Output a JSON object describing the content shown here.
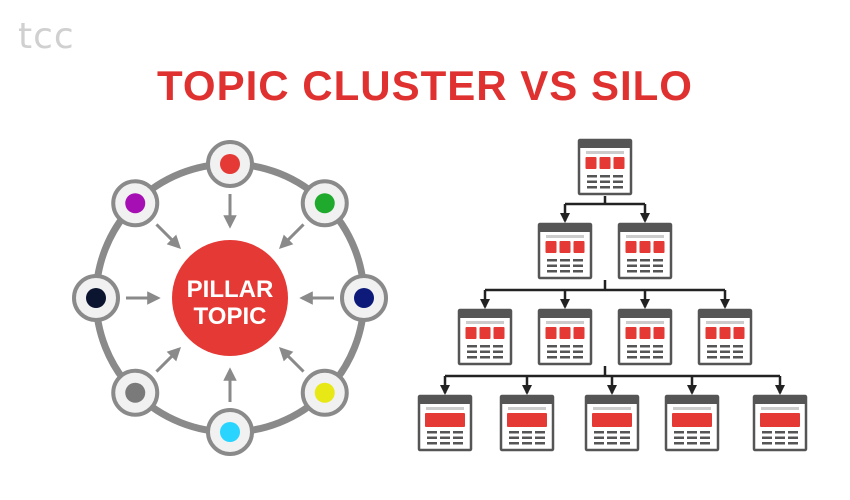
{
  "logo": "tcc",
  "title": "TOPIC CLUSTER VS SILO",
  "pillar": {
    "line1": "PILLAR",
    "line2": "TOPIC"
  },
  "colors": {
    "title": "#e03131",
    "red": "#e53935",
    "ring": "#8a8a8a",
    "node_fill": "#f1f1f1",
    "page_dark": "#555555",
    "page_light": "#cccccc"
  },
  "cluster_nodes": [
    {
      "name": "cluster-node-top",
      "color": "#e53935"
    },
    {
      "name": "cluster-node-top-right",
      "color": "#1faa2e"
    },
    {
      "name": "cluster-node-right",
      "color": "#0d1a7a"
    },
    {
      "name": "cluster-node-bottom-right",
      "color": "#e8e817"
    },
    {
      "name": "cluster-node-bottom",
      "color": "#29d4ff"
    },
    {
      "name": "cluster-node-bottom-left",
      "color": "#7a7a7a"
    },
    {
      "name": "cluster-node-left",
      "color": "#0c1530"
    },
    {
      "name": "cluster-node-top-left",
      "color": "#a50fb3"
    }
  ],
  "silo_levels": [
    1,
    2,
    4,
    5
  ]
}
